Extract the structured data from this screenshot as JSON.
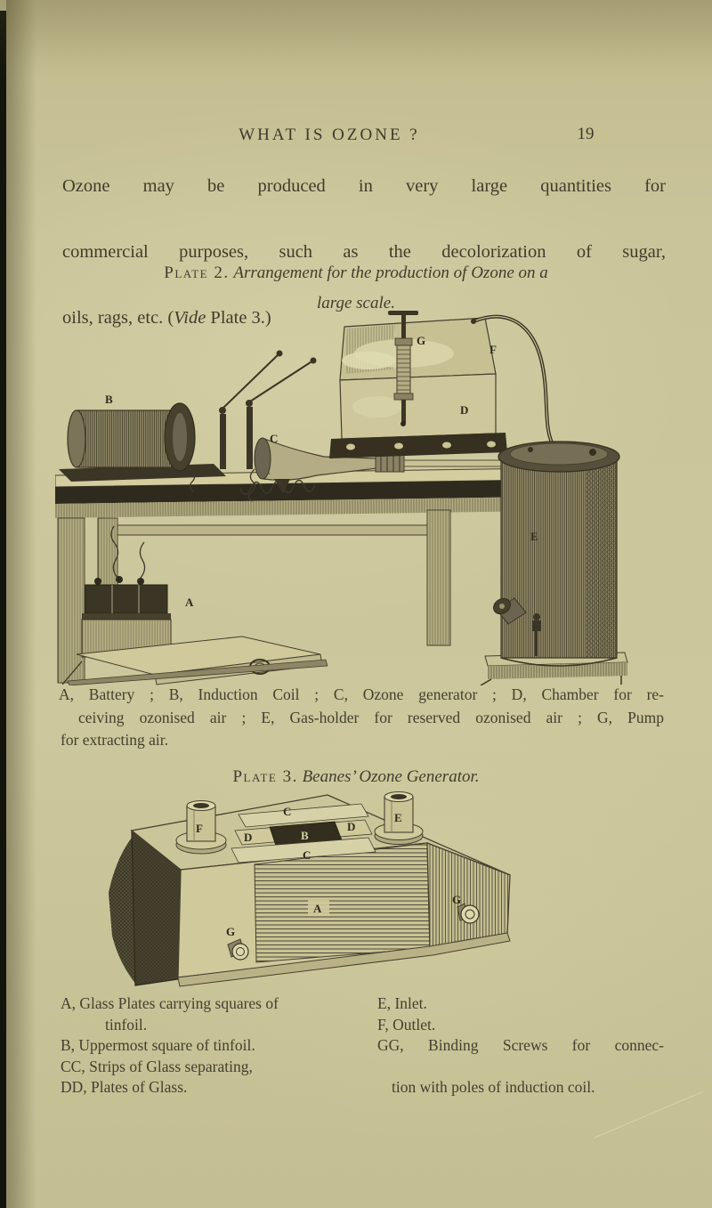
{
  "colors": {
    "paper": "#cac49a",
    "ink": "#423d2c",
    "edge": "#14130d"
  },
  "header": {
    "title": "WHAT IS OZONE ?",
    "page_number": "19"
  },
  "intro": {
    "line1": "Ozone may be produced in very large quantities for",
    "line2": "commercial purposes, such as the decolorization of sugar,",
    "line3_start": "oils, rags, etc.  (",
    "line3_italic": "Vide",
    "line3_end": " Plate 3.)"
  },
  "plate2": {
    "label": "Plate 2.",
    "title_line1": "Arrangement for the production of Ozone on a",
    "title_line2": "large scale.",
    "figure_labels": {
      "A": "A",
      "B": "B",
      "C": "C",
      "D": "D",
      "E": "E",
      "F": "F",
      "G": "G"
    },
    "caption": {
      "line1": "A, Battery ; B, Induction Coil ; C, Ozone generator ; D, Chamber for re-",
      "line2": "ceiving ozonised air ; E, Gas-holder for reserved ozonised air ; G, Pump",
      "line3": "for extracting air."
    }
  },
  "plate3": {
    "label": "Plate 3.",
    "title": "Beanes’ Ozone Generator.",
    "figure_labels": {
      "A": "A",
      "B": "B",
      "C_back": "C",
      "C_front": "C",
      "D_left": "D",
      "D_right": "D",
      "E": "E",
      "F": "F",
      "G_left": "G",
      "G_right": "G"
    },
    "caption_left": {
      "line1": "A, Glass Plates carrying squares of",
      "line2": "tinfoil.",
      "line3": "B, Uppermost square of tinfoil.",
      "line4": "CC, Strips of Glass separating,",
      "line5": "DD, Plates of Glass."
    },
    "caption_right": {
      "line1": "E, Inlet.",
      "line2": "F, Outlet.",
      "line3": "GG, Binding Screws for connec-",
      "line4": "tion with poles of induction coil."
    }
  }
}
